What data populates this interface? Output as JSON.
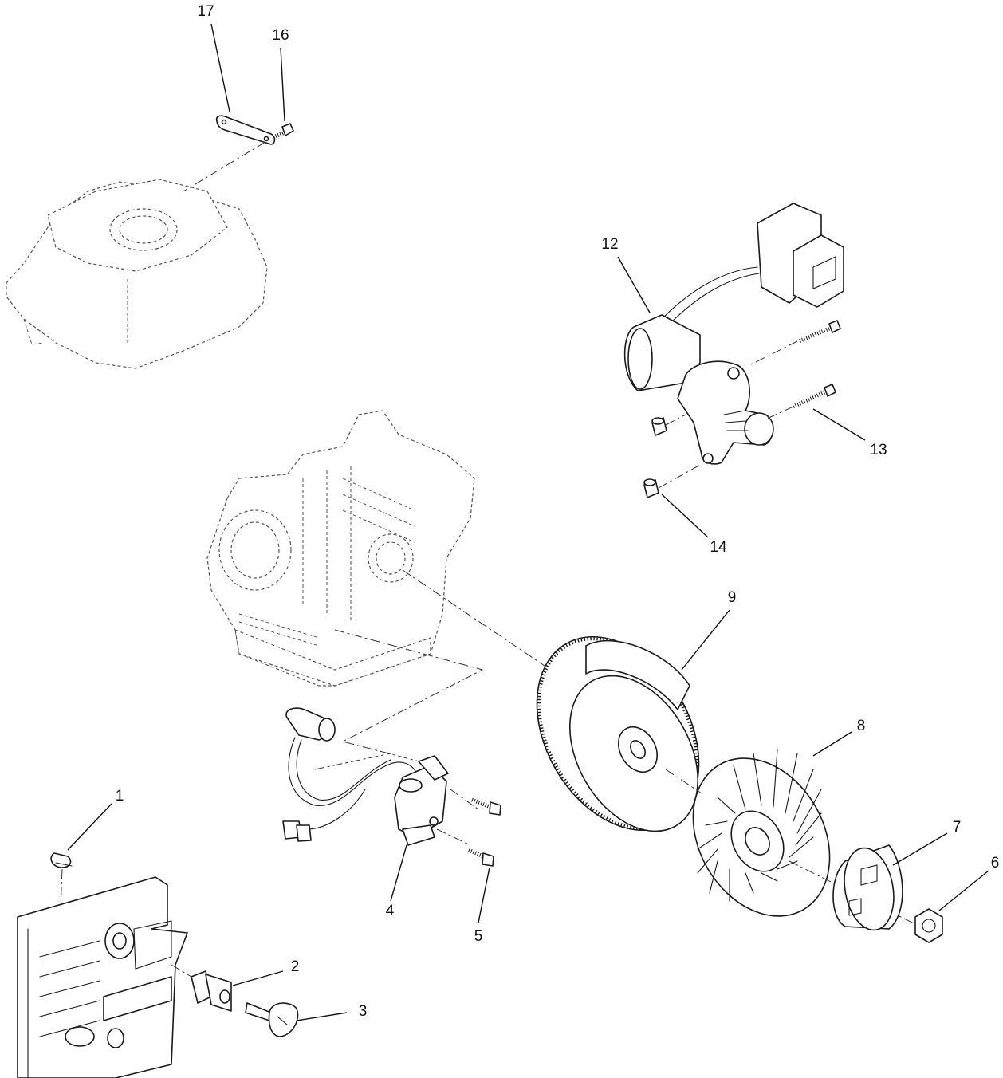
{
  "diagram": {
    "type": "exploded-parts-diagram",
    "callouts": [
      {
        "id": "1",
        "label": "1"
      },
      {
        "id": "2",
        "label": "2"
      },
      {
        "id": "3",
        "label": "3"
      },
      {
        "id": "4",
        "label": "4"
      },
      {
        "id": "5",
        "label": "5"
      },
      {
        "id": "6",
        "label": "6"
      },
      {
        "id": "7",
        "label": "7"
      },
      {
        "id": "8",
        "label": "8"
      },
      {
        "id": "9",
        "label": "9"
      },
      {
        "id": "12",
        "label": "12"
      },
      {
        "id": "13",
        "label": "13"
      },
      {
        "id": "14",
        "label": "14"
      },
      {
        "id": "16",
        "label": "16"
      },
      {
        "id": "17",
        "label": "17"
      }
    ]
  }
}
